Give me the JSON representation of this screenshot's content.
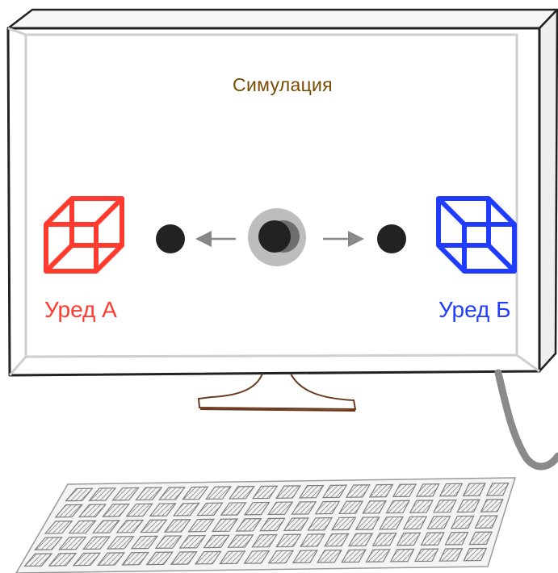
{
  "screen": {
    "title": "Симулация",
    "title_color": "#7a4a00"
  },
  "device_a": {
    "label": "Уред А",
    "icon": "wireframe-cube-icon",
    "color": "#ff3b30"
  },
  "device_b": {
    "label": "Уред Б",
    "icon": "wireframe-cube-icon",
    "color": "#1f3cff"
  },
  "particles": {
    "source_icon": "particle-source-icon",
    "particle_color": "#222222",
    "arrow_color": "#888888"
  },
  "hardware": {
    "monitor_frame_color": "#222222",
    "stand_color": "#6b3a1e",
    "cable_color": "#8a8a8a",
    "keyboard_icon": "keyboard-icon"
  }
}
